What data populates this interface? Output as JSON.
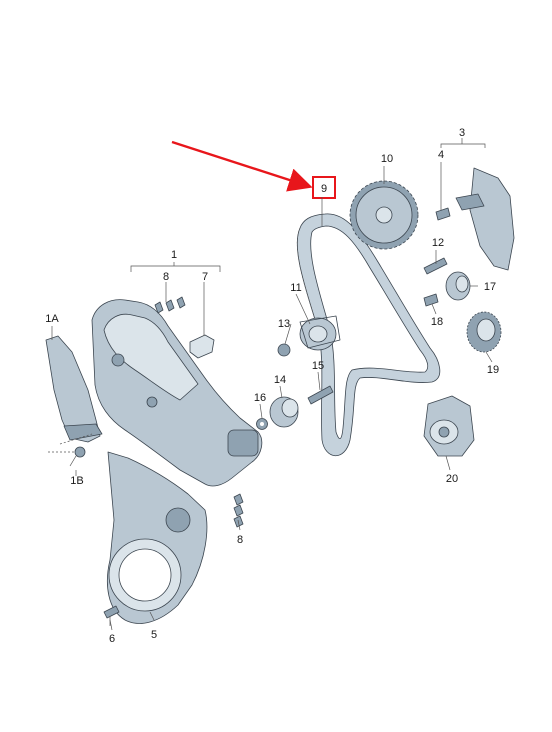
{
  "callouts": {
    "c1": "1",
    "c1a": "1A",
    "c1b": "1B",
    "c3": "3",
    "c4": "4",
    "c5": "5",
    "c6": "6",
    "c7": "7",
    "c8a": "8",
    "c8b": "8",
    "c9": "9",
    "c10": "10",
    "c11": "11",
    "c12": "12",
    "c13": "13",
    "c14": "14",
    "c15": "15",
    "c16": "16",
    "c17": "17",
    "c18": "18",
    "c19": "19",
    "c20": "20"
  },
  "colors": {
    "part_fill": "#b9c7d2",
    "part_dark": "#8fa2b1",
    "part_light": "#dbe4ea",
    "outline": "#3c4650",
    "arrow": "#e8161b",
    "highlight_box": "#e8161b"
  }
}
